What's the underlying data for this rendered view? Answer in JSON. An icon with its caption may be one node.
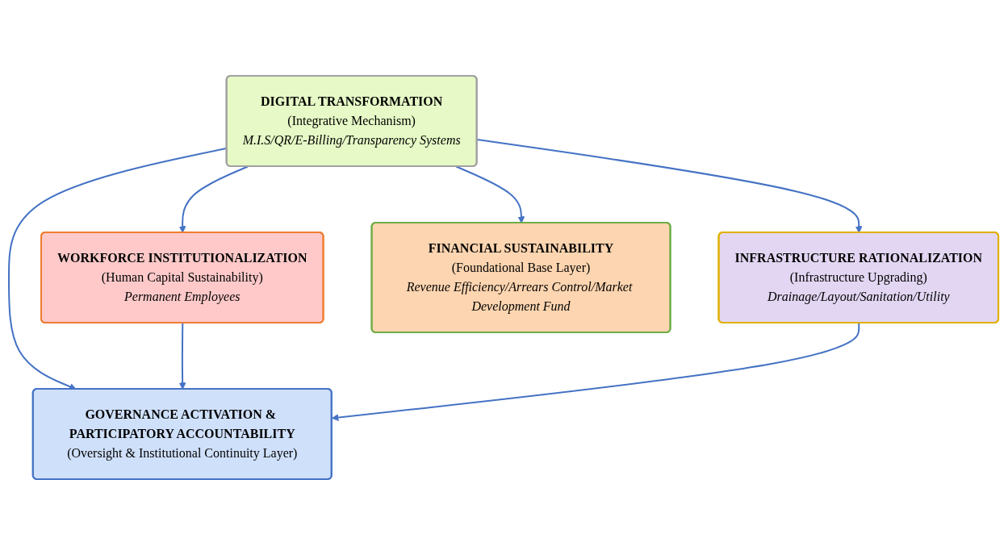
{
  "diagram": {
    "nodes": [
      {
        "text": [
          "GOVERNANCE ACTIVATION & PARTICIPATORY ACCOUNTABILITY",
          "(Oversight & Institutional Continuity Layer)"
        ]
      },
      {
        "text": [
          "WORKFORCE INSTITUTIONALIZATION",
          "(Human Capital Sustainability)",
          "Permanent Employees"
        ]
      },
      {
        "text": [
          "DIGITAL TRANSFORMATION",
          "(Integrative Mechanism)",
          "M.I.S/QR/E-Billing/Transparency Systems"
        ]
      },
      {
        "text": [
          "INFRASTRUCTURE RATIONALIZATION",
          "(Infrastructure Upgrading)",
          "Drainage/Layout/Sanitation/Utility"
        ]
      },
      {
        "text": [
          "FINANCIAL SUSTAINABILITY",
          "(Foundational Base Layer)",
          "Revenue Efficiency/Arrears Control/Market Development Fund"
        ]
      }
    ],
    "edges": [
      {
        "from": 2,
        "to": 0,
        "arrow": "to"
      },
      {
        "from": 1,
        "to": 0,
        "arrow": "to"
      },
      {
        "from": 3,
        "to": 0,
        "arrow": "to"
      },
      {
        "from": 2,
        "to": 1,
        "arrow": "to"
      },
      {
        "from": 2,
        "to": 3,
        "arrow": "to"
      },
      {
        "from": 2,
        "to": 4,
        "arrow": "to"
      }
    ]
  }
}
